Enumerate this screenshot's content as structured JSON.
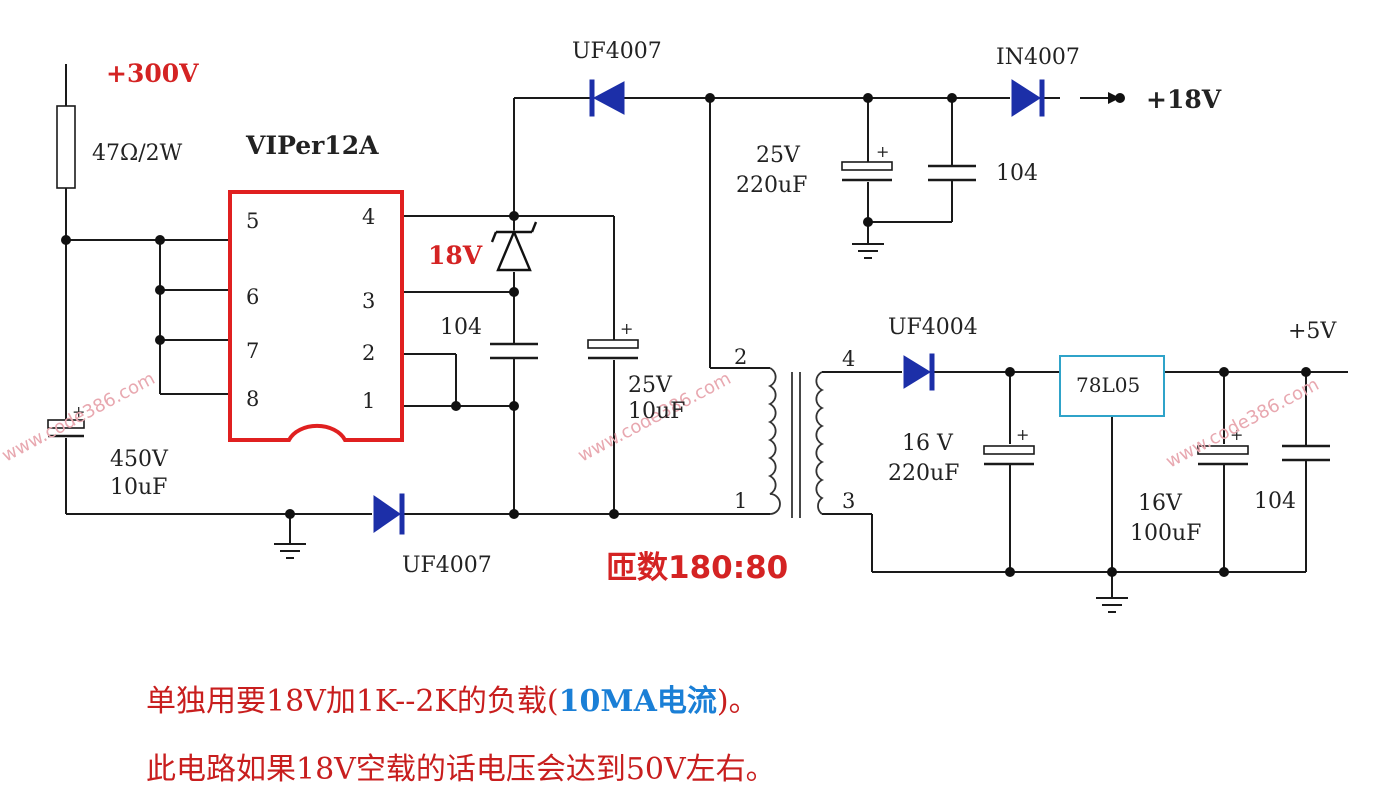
{
  "labels": {
    "v300": "+300V",
    "r1": "47Ω/2W",
    "ic": "VIPer12A",
    "zener": "18V",
    "c_104_mid": "104",
    "c_25v_10uf": [
      "25V",
      "10uF"
    ],
    "c_450v": [
      "450V",
      "10uF"
    ],
    "d_uf4007_top": "UF4007",
    "d_in4007": "IN4007",
    "out18": "+18V",
    "c_25v_220uf": [
      "25V",
      "220uF"
    ],
    "c_104_top": "104",
    "d_uf4004": "UF4004",
    "reg": "78L05",
    "out5": "+5V",
    "c_16v_220uf": [
      "16 V",
      "220uF"
    ],
    "c_16v_100uf": [
      "16V",
      "100uF"
    ],
    "c_104_right": "104",
    "d_uf4007_bot": "UF4007",
    "turns": "匝数180:80"
  },
  "ic_pins": {
    "left": [
      "5",
      "6",
      "7",
      "8"
    ],
    "right": [
      "4",
      "3",
      "2",
      "1"
    ]
  },
  "transformer_pins": [
    "2",
    "1",
    "4",
    "3"
  ],
  "watermark": "www.code386.com",
  "notes": {
    "line1_a": "单独用要18V加1K--2K的负载(",
    "line1_b": "10MA电流",
    "line1_c": ")。",
    "line2": "此电路如果18V空载的话电压会达到50V左右。"
  },
  "colors": {
    "red": "#d42323",
    "diode_blue": "#1c2fa8",
    "regulator_border": "#2fa3c9",
    "note_red": "#c81e1e",
    "note_blue": "#1a7fd6"
  }
}
